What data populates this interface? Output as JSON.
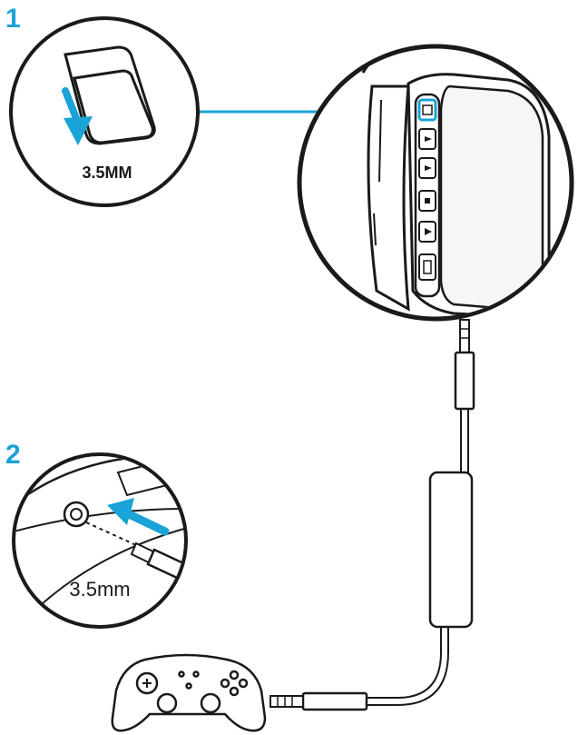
{
  "steps": [
    {
      "number": "1",
      "label": "3.5MM"
    },
    {
      "number": "2",
      "label": "3.5mm"
    }
  ],
  "colors": {
    "accent": "#1aa3d6",
    "line": "#1a1a1a"
  },
  "icons": [
    "headset-earcup",
    "audio-jack-port",
    "gamepad-controller",
    "arrow-down",
    "arrow-insert",
    "cable-plug"
  ]
}
